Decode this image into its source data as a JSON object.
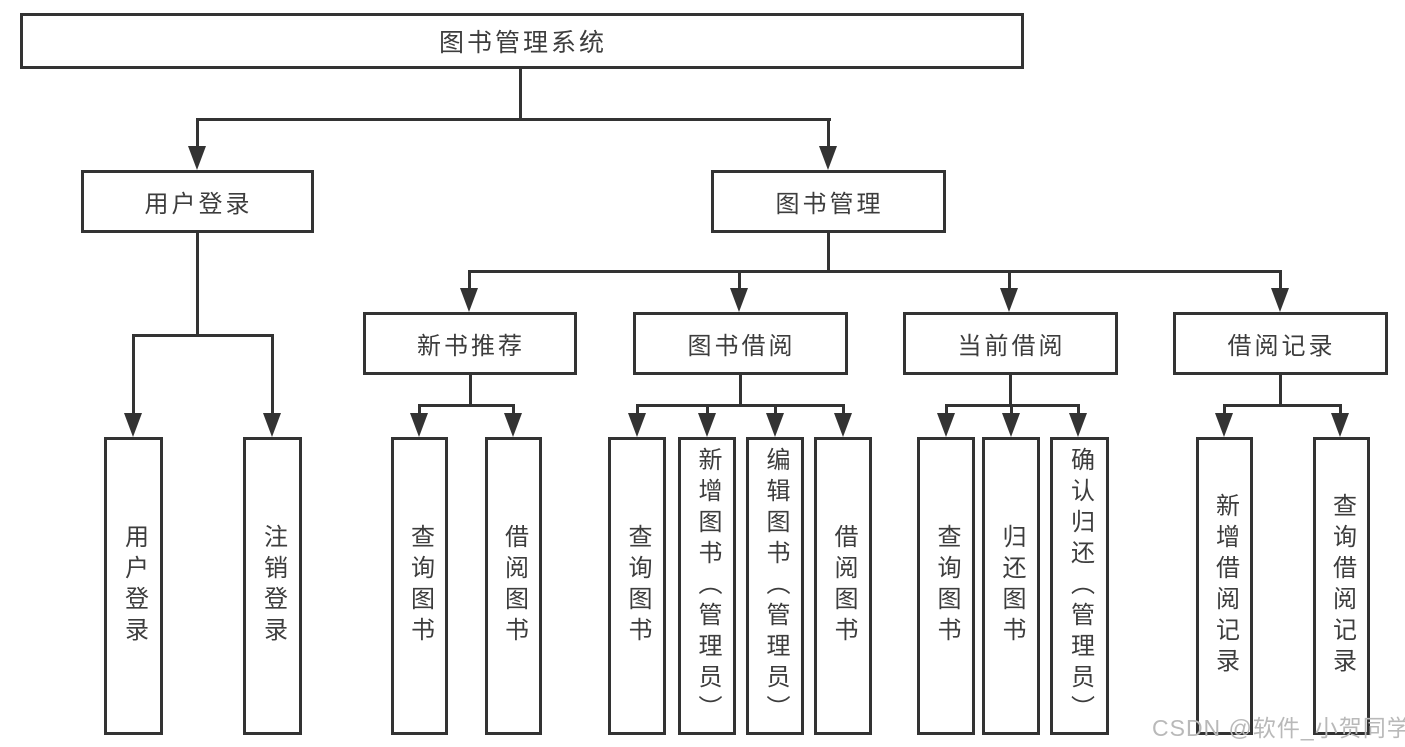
{
  "diagram": {
    "root": "图书管理系统",
    "level2": [
      "用户登录",
      "图书管理"
    ],
    "level3": [
      "新书推荐",
      "图书借阅",
      "当前借阅",
      "借阅记录"
    ],
    "leaves": {
      "user_login": [
        "用户登录",
        "注销登录"
      ],
      "new_book_recommend": [
        "查询图书",
        "借阅图书"
      ],
      "book_borrow": [
        "查询图书",
        "新增图书（管理员）",
        "编辑图书（管理员）",
        "借阅图书"
      ],
      "current_borrow": [
        "查询图书",
        "归还图书",
        "确认归还（管理员）"
      ],
      "borrow_records": [
        "新增借阅记录",
        "查询借阅记录"
      ]
    }
  },
  "watermark": {
    "text": "CSDN @软件_小贺同学"
  },
  "colors": {
    "line": "#333333",
    "node_border": "#333333",
    "node_bg": "#ffffff",
    "text": "#3d3d3d",
    "watermark": "#b9b9b9",
    "background": "#ffffff"
  }
}
